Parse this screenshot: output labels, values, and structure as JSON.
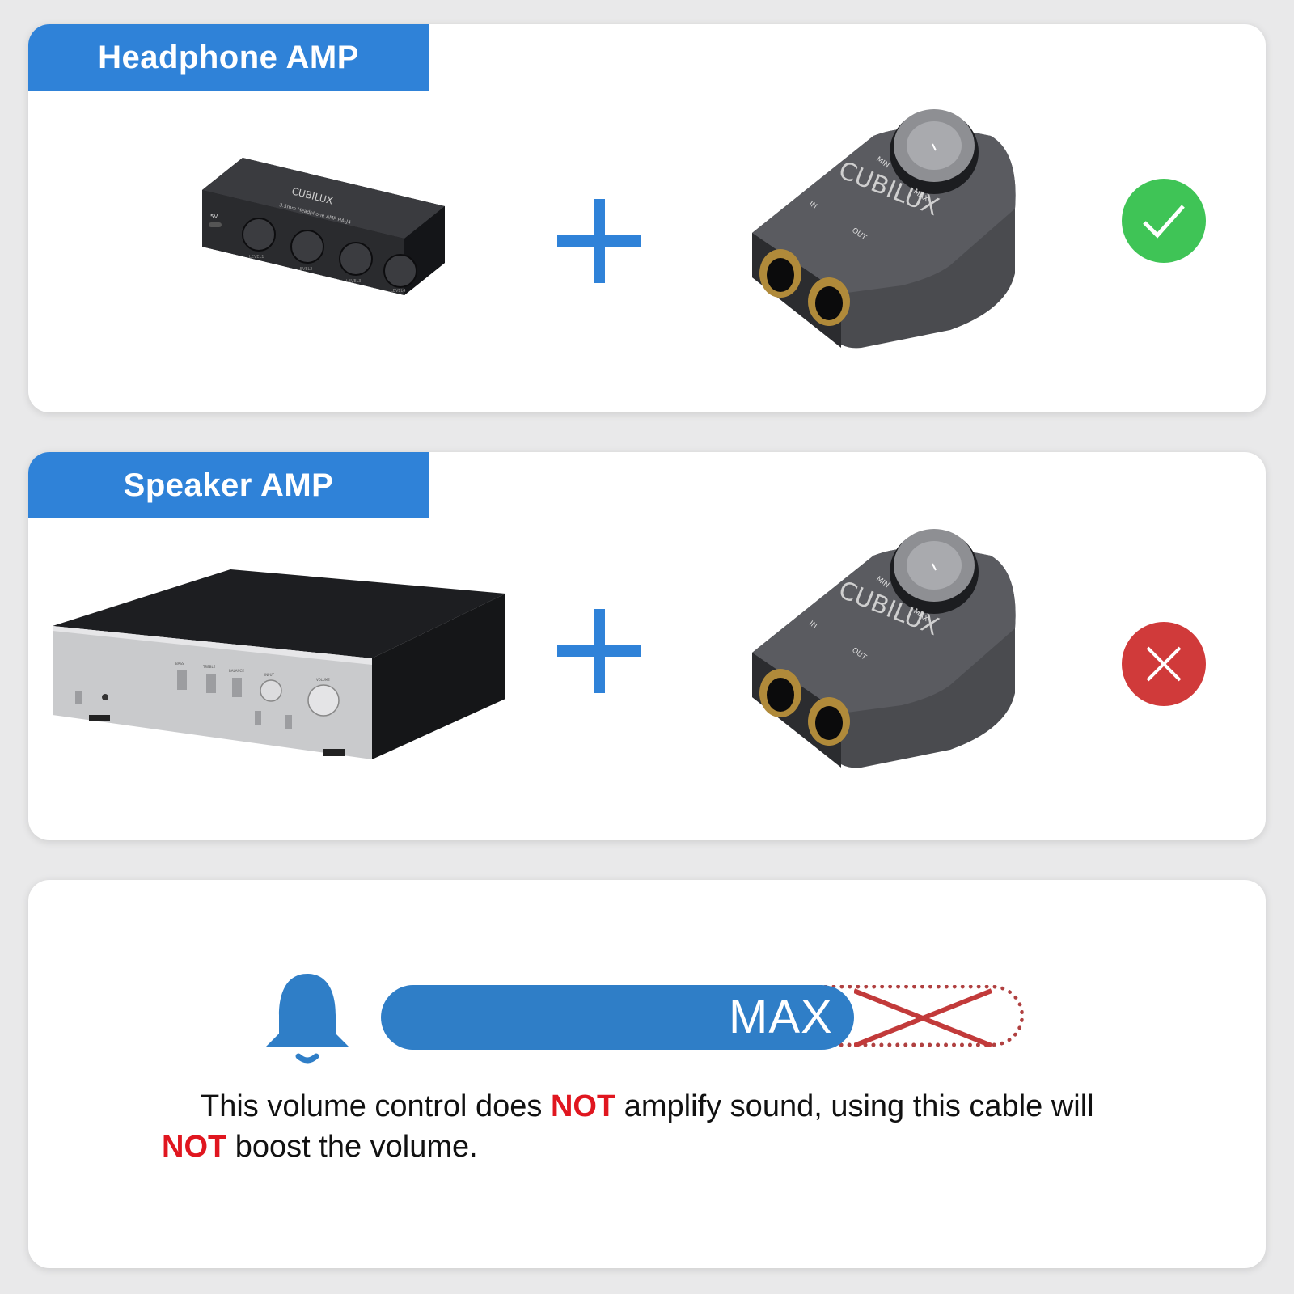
{
  "sections": [
    {
      "label": "Headphone AMP",
      "result": "compatible",
      "device_brand": "CUBILUX",
      "device_model": "3.5mm Headphone AMP HA-J4",
      "device_knob_labels": [
        "LEVEL1",
        "LEVEL2",
        "LEVEL3",
        "LEVEL4"
      ],
      "device_port_label": "5V"
    },
    {
      "label": "Speaker AMP",
      "result": "incompatible",
      "device_knob_labels": [
        "BASS",
        "TREBLE",
        "BALANCE",
        "INPUT",
        "VOLUME"
      ]
    }
  ],
  "volume_control": {
    "brand": "CUBILUX",
    "min_label": "MIN",
    "max_label": "MAX",
    "in_label": "IN",
    "out_label": "OUT"
  },
  "notice": {
    "bar_label": "MAX",
    "line1_pre": "This volume control does ",
    "line1_emph": "NOT",
    "line1_post": " amplify sound, using this cable will",
    "line2_emph": "NOT",
    "line2_post": " boost the volume."
  },
  "colors": {
    "accent_blue": "#2f82d8",
    "check_green": "#3fc456",
    "cross_red": "#d03a3a",
    "emphasis_red": "#e0161f"
  },
  "icons": [
    "plus-icon",
    "check-icon",
    "cross-icon",
    "bell-icon"
  ]
}
